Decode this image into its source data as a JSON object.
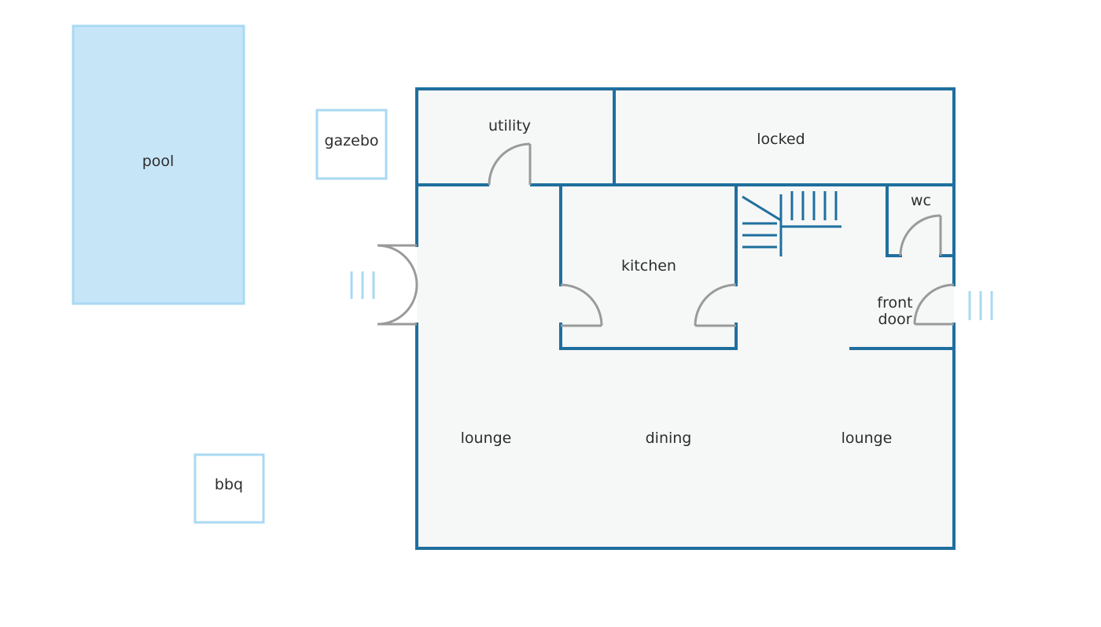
{
  "colors": {
    "wall": "#1f6f9e",
    "floor": "#f6f7f7",
    "door": "#9a9a9a",
    "pool_fill": "#c6e6f8",
    "outdoor_border": "#a9d9f3"
  },
  "outdoor": {
    "pool": "pool",
    "gazebo": "gazebo",
    "bbq": "bbq"
  },
  "rooms": {
    "utility": "utility",
    "locked": "locked",
    "kitchen": "kitchen",
    "wc": "wc",
    "front_door_line1": "front",
    "front_door_line2": "door",
    "lounge_left": "lounge",
    "dining": "dining",
    "lounge_right": "lounge"
  },
  "icons": {
    "stairs": "stairs-icon",
    "entry_steps": "entry-steps-icon"
  }
}
